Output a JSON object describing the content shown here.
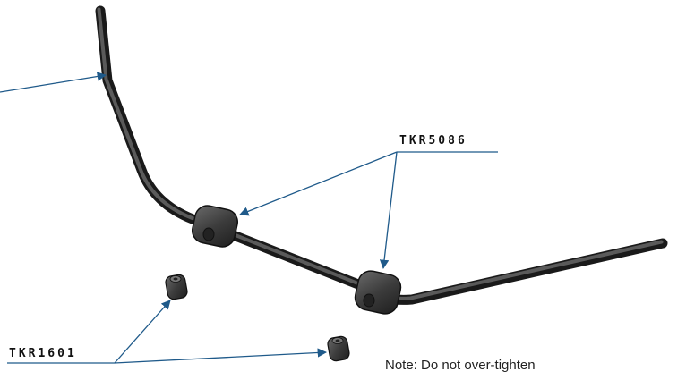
{
  "labels": {
    "top_bushing_part": "TKR5086",
    "bottom_bushing_part": "TKR1601"
  },
  "note": "Note: Do not over-tighten",
  "colors": {
    "leader_line": "#1f5a8a",
    "bar": "#333333",
    "text": "#111111"
  }
}
